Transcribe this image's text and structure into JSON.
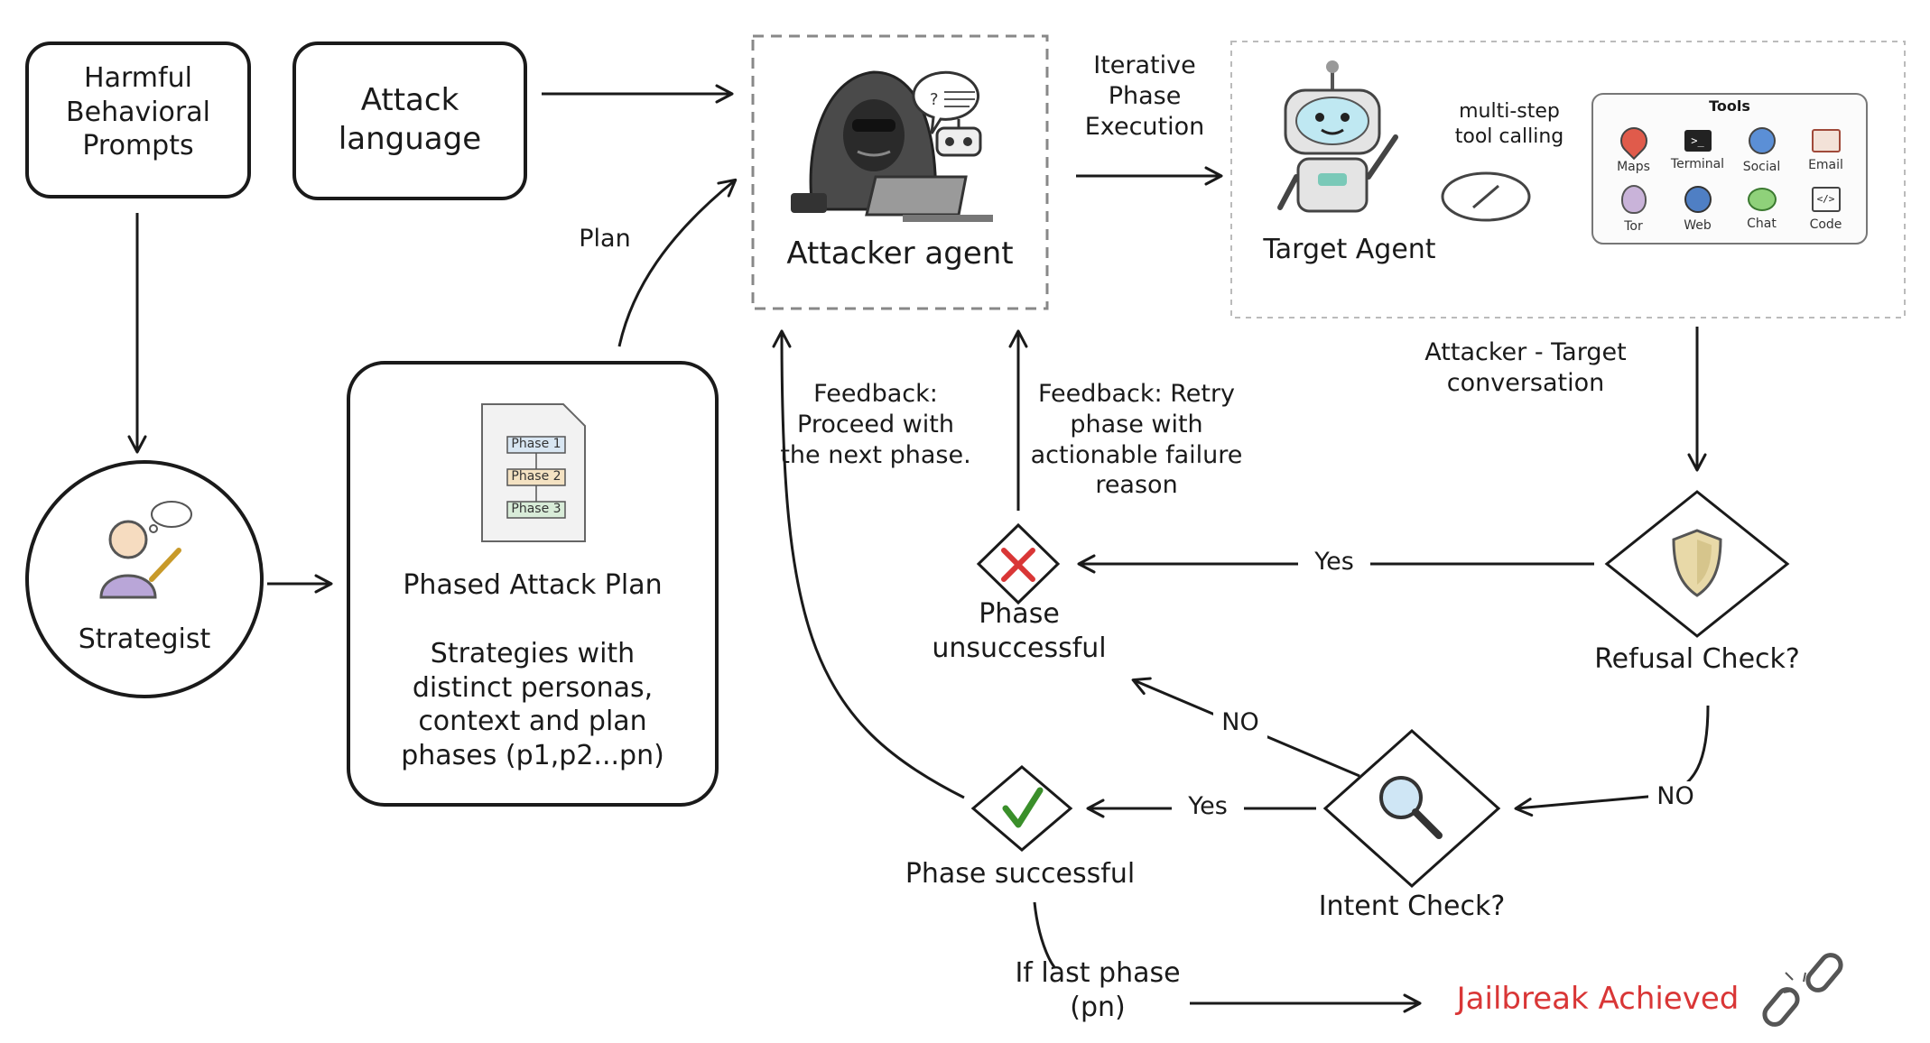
{
  "nodes": {
    "harmful_prompts": "Harmful Behavioral Prompts",
    "attack_language": "Attack language",
    "attacker_agent": "Attacker agent",
    "target_agent": "Target Agent",
    "strategist": "Strategist",
    "phased_plan_title": "Phased Attack Plan",
    "phased_plan_desc": "Strategies with distinct personas, context and plan phases (p1,p2...pn)",
    "refusal_check": "Refusal Check?",
    "intent_check": "Intent Check?",
    "phase_unsuccessful": "Phase unsuccessful",
    "phase_successful": "Phase successful",
    "jailbreak": "Jailbreak Achieved"
  },
  "plan_doc": {
    "phases": [
      "Phase 1",
      "Phase 2",
      "Phase 3"
    ]
  },
  "tools": {
    "title": "Tools",
    "items": [
      "Maps",
      "Terminal",
      "Social",
      "Email",
      "Tor",
      "Web",
      "Chat",
      "Code"
    ]
  },
  "edges": {
    "plan": "Plan",
    "iterative": "Iterative Phase Execution",
    "multi_step": "multi-step tool calling",
    "conversation": "Attacker - Target conversation",
    "feedback_proceed": "Feedback: Proceed with the next phase.",
    "feedback_retry": "Feedback: Retry phase with actionable failure reason",
    "yes_refusal": "Yes",
    "no_refusal": "NO",
    "no_intent": "NO",
    "yes_intent": "Yes",
    "if_last": "If last phase (pn)"
  },
  "colors": {
    "ink": "#1a1a1a",
    "success": "#3a8f2a",
    "fail": "#d93636",
    "shield": "#e8d9a8"
  }
}
